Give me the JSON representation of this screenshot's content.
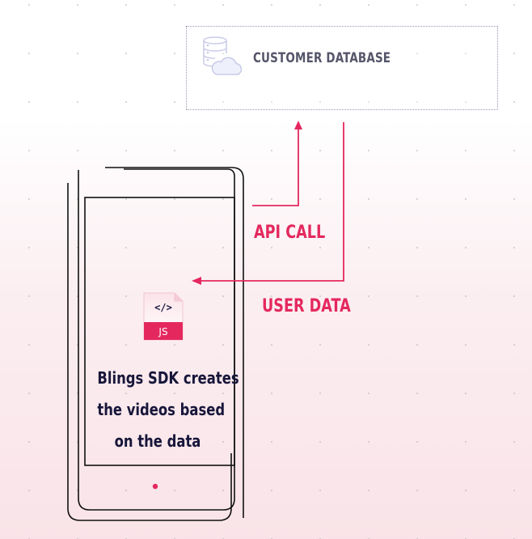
{
  "database": {
    "label": "CUSTOMER DATABASE",
    "icon": "database-cloud-icon"
  },
  "arrows": {
    "api_call_label": "API CALL",
    "user_data_label": "USER DATA",
    "color": "#e4285e"
  },
  "device": {
    "file_icon": "js-file-icon",
    "file_badge": "JS",
    "file_symbol": "</>",
    "caption_lines": [
      "Blings SDK creates",
      "the videos based",
      "on the data"
    ]
  },
  "colors": {
    "accent": "#e4285e",
    "text_dark": "#17163a",
    "text_gray": "#55556a",
    "outline": "#111111"
  }
}
